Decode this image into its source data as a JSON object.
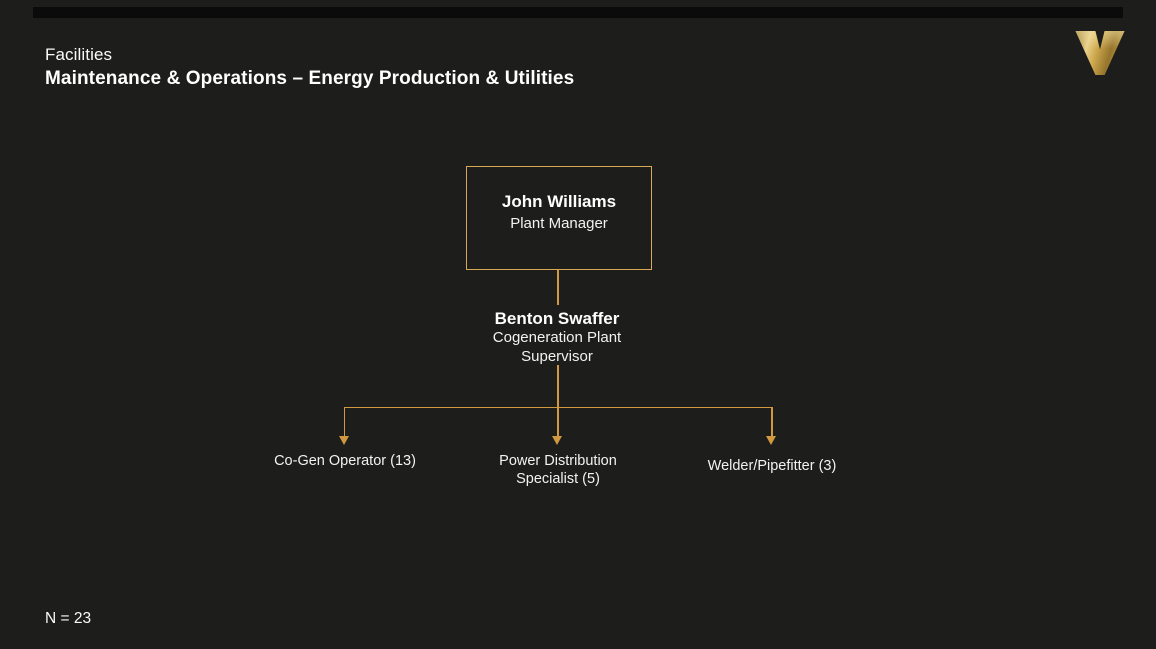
{
  "header": {
    "eyebrow": "Facilities",
    "title": "Maintenance & Operations – Energy Production & Utilities"
  },
  "logo": {
    "icon": "vanderbilt-v-logo",
    "letter": "V"
  },
  "org_chart": {
    "root": {
      "name": "John Williams",
      "title": "Plant Manager"
    },
    "supervisor": {
      "name": "Benton Swaffer",
      "title_lines": [
        "Cogeneration Plant",
        "Supervisor"
      ]
    },
    "reports": [
      {
        "lines": [
          "Co-Gen Operator (13)"
        ]
      },
      {
        "lines": [
          "Power Distribution",
          "Specialist (5)"
        ]
      },
      {
        "lines": [
          "Welder/Pipefitter (3)"
        ]
      }
    ]
  },
  "footer": {
    "count_label": "N = 23"
  },
  "colors": {
    "background": "#1d1d1c",
    "connector_gold": "#d2983f",
    "box_border_gold": "#d8a855",
    "text_white": "#f7f7f7",
    "logo_gold_dark": "#8a6a25",
    "logo_gold_light": "#e9d28a"
  }
}
